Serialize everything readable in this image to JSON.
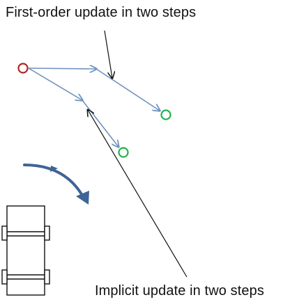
{
  "labels": {
    "top": "First-order update in two steps",
    "bottom": "Implicit update in two steps"
  },
  "colors": {
    "path_line": "#6f93bf",
    "start_marker": "#b22222",
    "goal_marker": "#22b14c",
    "curved_arrow": "#3f6496",
    "annotation_arrow": "#111111",
    "vehicle_outline": "#111111",
    "background": "#ffffff"
  },
  "icons": {
    "start": "red-circle-marker",
    "goals": "green-circle-marker",
    "vehicle": "car-outline-icon",
    "rotation": "curved-arrow-icon"
  }
}
